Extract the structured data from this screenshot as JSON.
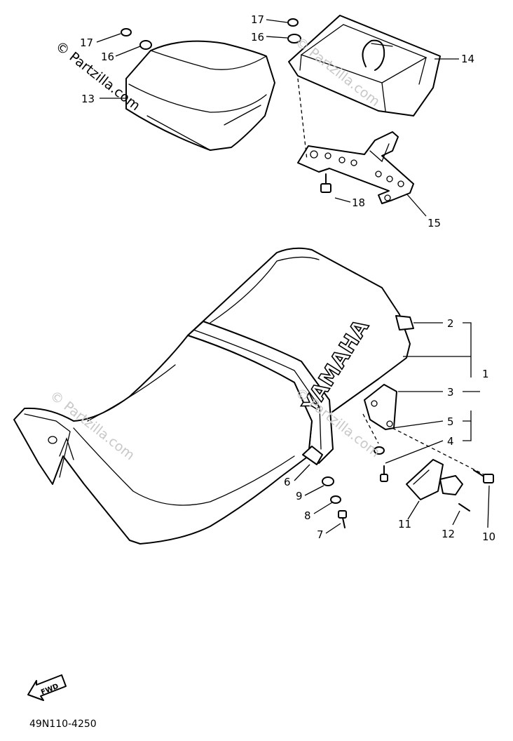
{
  "diagram": {
    "watermark": "© Partzilla.com",
    "part_code": "49N110-4250",
    "fwd_label": "FWD",
    "brand_text": "YAMAHA",
    "callouts": {
      "c1": "1",
      "c2": "2",
      "c3": "3",
      "c4": "4",
      "c5": "5",
      "c6": "6",
      "c7": "7",
      "c8": "8",
      "c9": "9",
      "c10": "10",
      "c11": "11",
      "c12": "12",
      "c13": "13",
      "c14": "14",
      "c15": "15",
      "c16a": "16",
      "c16b": "16",
      "c17a": "17",
      "c17b": "17",
      "c18": "18"
    }
  }
}
